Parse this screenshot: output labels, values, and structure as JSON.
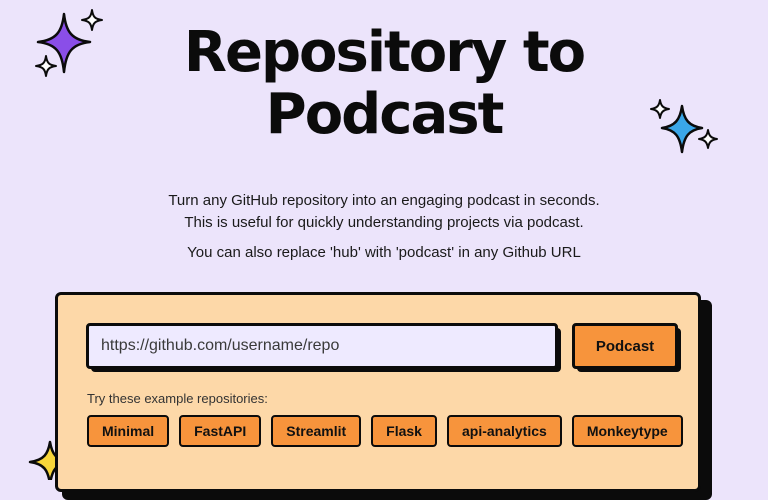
{
  "header": {
    "title_line1": "Repository to",
    "title_line2": "Podcast"
  },
  "description": {
    "line1": "Turn any GitHub repository into an engaging podcast in seconds.",
    "line2": "This is useful for quickly understanding projects via podcast.",
    "line3": "You can also replace 'hub' with 'podcast' in any Github URL"
  },
  "form": {
    "url_placeholder": "https://github.com/username/repo",
    "url_value": "",
    "submit_label": "Podcast"
  },
  "examples": {
    "label": "Try these example repositories:",
    "items": [
      "Minimal",
      "FastAPI",
      "Streamlit",
      "Flask",
      "api-analytics",
      "Monkeytype"
    ]
  },
  "colors": {
    "background": "#ece4fb",
    "card": "#fdd8a8",
    "accent": "#f7943c",
    "sparkle_purple": "#8a4ee8",
    "sparkle_blue": "#3aa6e8",
    "sparkle_yellow": "#f8d63a"
  },
  "icons": [
    "sparkle-purple-icon",
    "sparkle-blue-icon",
    "sparkle-yellow-icon"
  ]
}
